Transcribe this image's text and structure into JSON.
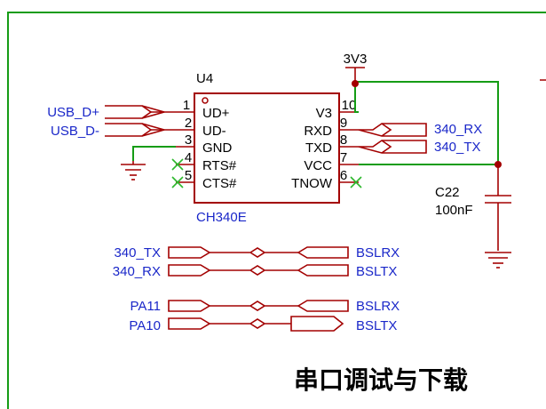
{
  "component": {
    "designator": "U4",
    "part": "CH340E",
    "left_pins": [
      {
        "num": "1",
        "name": "UD+"
      },
      {
        "num": "2",
        "name": "UD-"
      },
      {
        "num": "3",
        "name": "GND"
      },
      {
        "num": "4",
        "name": "RTS#"
      },
      {
        "num": "5",
        "name": "CTS#"
      }
    ],
    "right_pins": [
      {
        "num": "10",
        "name": "V3"
      },
      {
        "num": "9",
        "name": "RXD"
      },
      {
        "num": "8",
        "name": "TXD"
      },
      {
        "num": "7",
        "name": "VCC"
      },
      {
        "num": "6",
        "name": "TNOW"
      }
    ]
  },
  "nets": {
    "usb_dp": "USB_D+",
    "usb_dm": "USB_D-",
    "ch_rx": "340_RX",
    "ch_tx": "340_TX",
    "power": "3V3"
  },
  "capacitor": {
    "designator": "C22",
    "value": "100nF"
  },
  "links": [
    {
      "left": "340_TX",
      "right": "BSLRX"
    },
    {
      "left": "340_RX",
      "right": "BSLTX"
    },
    {
      "left": "PA11",
      "right": "BSLRX"
    },
    {
      "left": "PA10",
      "right": "BSLTX"
    }
  ],
  "section_title": "串口调试与下载",
  "colors": {
    "frame": "#159c15",
    "wire": "#159c15",
    "symbol": "#a30000",
    "net_label": "#1a27c9"
  }
}
